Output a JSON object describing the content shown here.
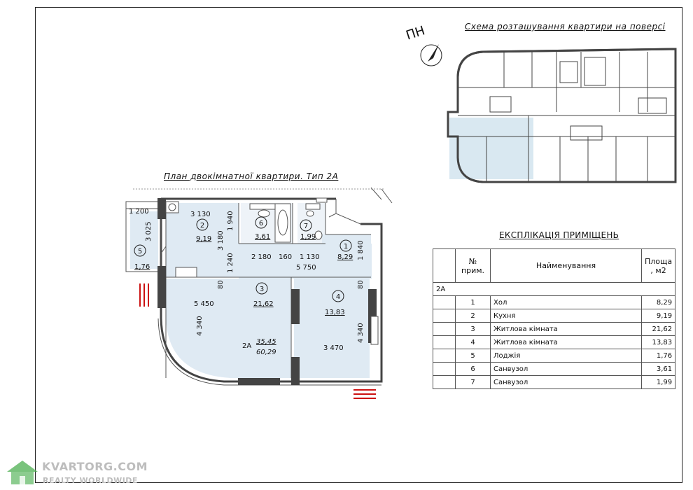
{
  "scheme": {
    "title": "Схема розташування квартири на поверсі",
    "compass_label": "ПН"
  },
  "plan": {
    "title": "План двокімнатної квартири. Тип 2А",
    "rooms": [
      {
        "num": "1",
        "area": "8,29"
      },
      {
        "num": "2",
        "area": "9,19"
      },
      {
        "num": "3",
        "area": "21,62"
      },
      {
        "num": "4",
        "area": "13,83"
      },
      {
        "num": "5",
        "area": "1,76"
      },
      {
        "num": "6",
        "area": "3,61"
      },
      {
        "num": "7",
        "area": "1,99"
      }
    ],
    "dims": [
      "1 200",
      "3 025",
      "3 130",
      "3 180",
      "1 940",
      "1 240",
      "2 180",
      "160",
      "1 130",
      "5 750",
      "1 840",
      "80",
      "80",
      "5 450",
      "4 340",
      "4 340",
      "3 470"
    ],
    "apartment": {
      "label": "2А",
      "living_area": "35,45",
      "total_area": "60,29"
    }
  },
  "explication": {
    "title": "ЕКСПЛІКАЦІЯ ПРИМІЩЕНЬ",
    "headers": {
      "num": "№ прим.",
      "name": "Найменування",
      "area": "Площа , м2"
    },
    "group": "2А",
    "rows": [
      {
        "num": "1",
        "name": "Хол",
        "area": "8,29"
      },
      {
        "num": "2",
        "name": "Кухня",
        "area": "9,19"
      },
      {
        "num": "3",
        "name": "Житлова кімната",
        "area": "21,62"
      },
      {
        "num": "4",
        "name": "Житлова кімната",
        "area": "13,83"
      },
      {
        "num": "5",
        "name": "Лоджія",
        "area": "1,76"
      },
      {
        "num": "6",
        "name": "Санвузол",
        "area": "3,61"
      },
      {
        "num": "7",
        "name": "Санвузол",
        "area": "1,99"
      }
    ]
  },
  "watermark": {
    "line1": "KVARTORG.COM",
    "line2": "REALTY WORLDWIDE"
  },
  "colors": {
    "room_fill": "#dfeaf3",
    "wall": "#555555",
    "accent": "#cc1111"
  }
}
